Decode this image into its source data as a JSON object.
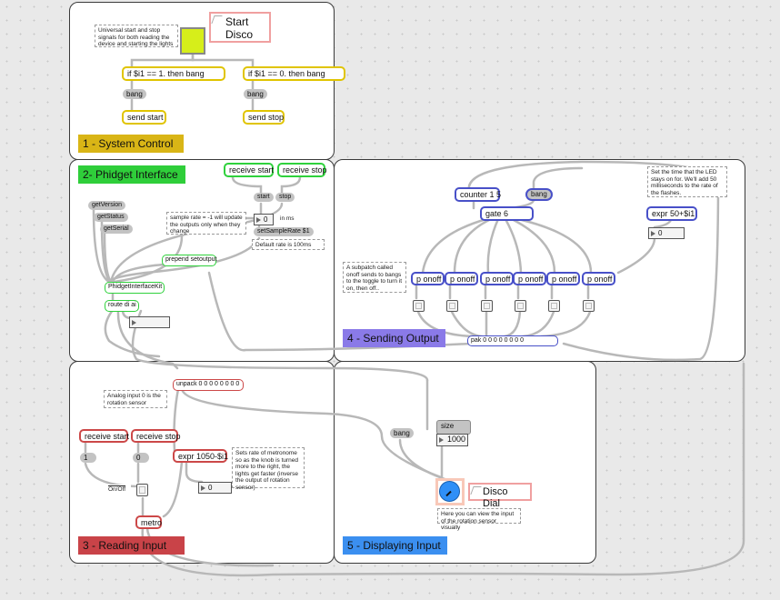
{
  "sections": {
    "s1": "1 - System Control",
    "s2": "2- Phidget Interface",
    "s4": "4 - Sending Output",
    "s3": "3 - Reading Input",
    "s5": "5 - Displaying Input"
  },
  "system_control": {
    "comment": "Universal start and stop signals for both reading the device and starting the lights",
    "start_disco": "Start Disco",
    "if_start": "if $i1 == 1. then bang",
    "if_stop": "if $i1 == 0. then bang",
    "bang_left": "bang",
    "bang_right": "bang",
    "send_start": "send start",
    "send_stop": "send stop"
  },
  "phidget": {
    "receive_start": "receive start",
    "receive_stop": "receive stop",
    "start_msg": "start",
    "stop_msg": "stop",
    "get_version": "getVersion",
    "get_status": "getStatus",
    "get_serial": "getSerial",
    "sample_comment": "sample rate = -1 will update the outputs only when they change",
    "num_zero": "0",
    "in_ms": "in ms",
    "set_sample_rate": "setSampleRate $1",
    "default_rate": "Default rate is 100ms",
    "prepend": "prepend setoutput",
    "interface_kit": "PhidgetInterfaceKit",
    "route": "route di ai"
  },
  "sending_output": {
    "counter": "counter 1 5",
    "bang": "bang",
    "gate": "gate 6",
    "led_comment": "Set the time that the LED stays on for. We'll add 50 milliseconds to the rate of the flashes.",
    "expr": "expr 50+$i1",
    "expr_num": "0",
    "subpatch_comment": "A subpatch called onoff sends to bangs to the toggle to turn it on, then off..",
    "onoff": [
      "p onoff",
      "p onoff",
      "p onoff",
      "p onoff",
      "p onoff",
      "p onoff"
    ],
    "pak": "pak 0 0 0 0 0 0 0 0"
  },
  "reading_input": {
    "unpack": "unpack 0 0 0 0 0 0 0 0",
    "analog_comment": "Analog input 0 is the rotation sensor",
    "receive_start": "receive start",
    "receive_stop": "receive stop",
    "msg_one": "1",
    "msg_zero": "0",
    "on_off": "On/Off",
    "expr": "expr 1050-$i1",
    "rate_comment": "Sets rate of metronome so as the knob is turned more to the right, the lights get faster (inverse the output of rotation sensor)",
    "expr_num": "0",
    "metro": "metro"
  },
  "display": {
    "bang": "bang",
    "size": "size",
    "size_num": "1000",
    "disco_dial": "Disco Dial",
    "dial_comment": "Here you can view the input of the rotation sensor visually"
  },
  "colors": {
    "yellow": "#e0c400",
    "green": "#2fd13c",
    "blue": "#4850c8",
    "red": "#cc4848",
    "dial": "#2f8ff7",
    "start_button": "#d6ee1a"
  }
}
